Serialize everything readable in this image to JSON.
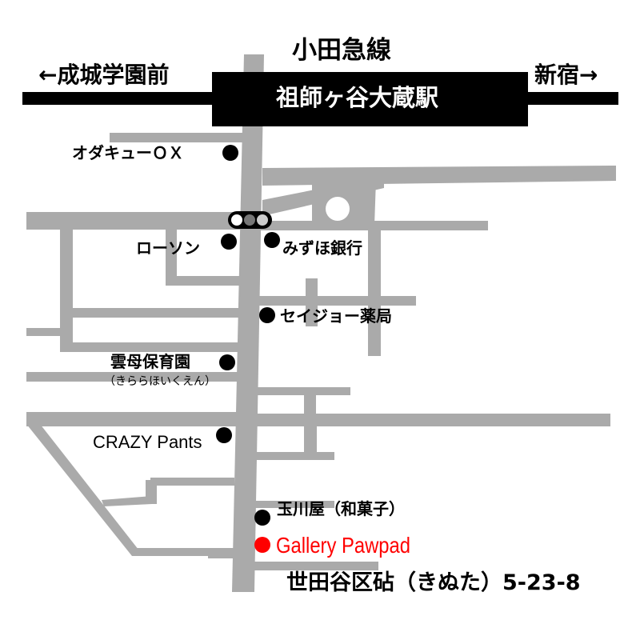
{
  "map": {
    "rail_line": {
      "name": "小田急線",
      "station": "祖師ヶ谷大蔵駅",
      "direction_left": "←成城学園前",
      "direction_right": "新宿→"
    },
    "landmarks": [
      {
        "name": "オダキューＯＸ",
        "side": "left"
      },
      {
        "name": "ローソン",
        "side": "left"
      },
      {
        "name": "みずほ銀行",
        "side": "right"
      },
      {
        "name": "セイジョー薬局",
        "side": "right"
      },
      {
        "name": "雲母保育園",
        "reading": "（きららほいくえん）",
        "side": "left"
      },
      {
        "name": "CRAZY Pants",
        "side": "left"
      },
      {
        "name": "玉川屋（和菓子）",
        "side": "right"
      }
    ],
    "destination": {
      "name": "Gallery Pawpad",
      "address": "世田谷区砧（きぬた）5-23-8"
    },
    "traffic_signal": "traffic-light-icon",
    "colors": {
      "road": "#aaaaaa",
      "rail": "#000000",
      "station_box": "#000000",
      "station_text": "#ffffff",
      "landmark_dot": "#000000",
      "destination": "#ff0000"
    }
  }
}
